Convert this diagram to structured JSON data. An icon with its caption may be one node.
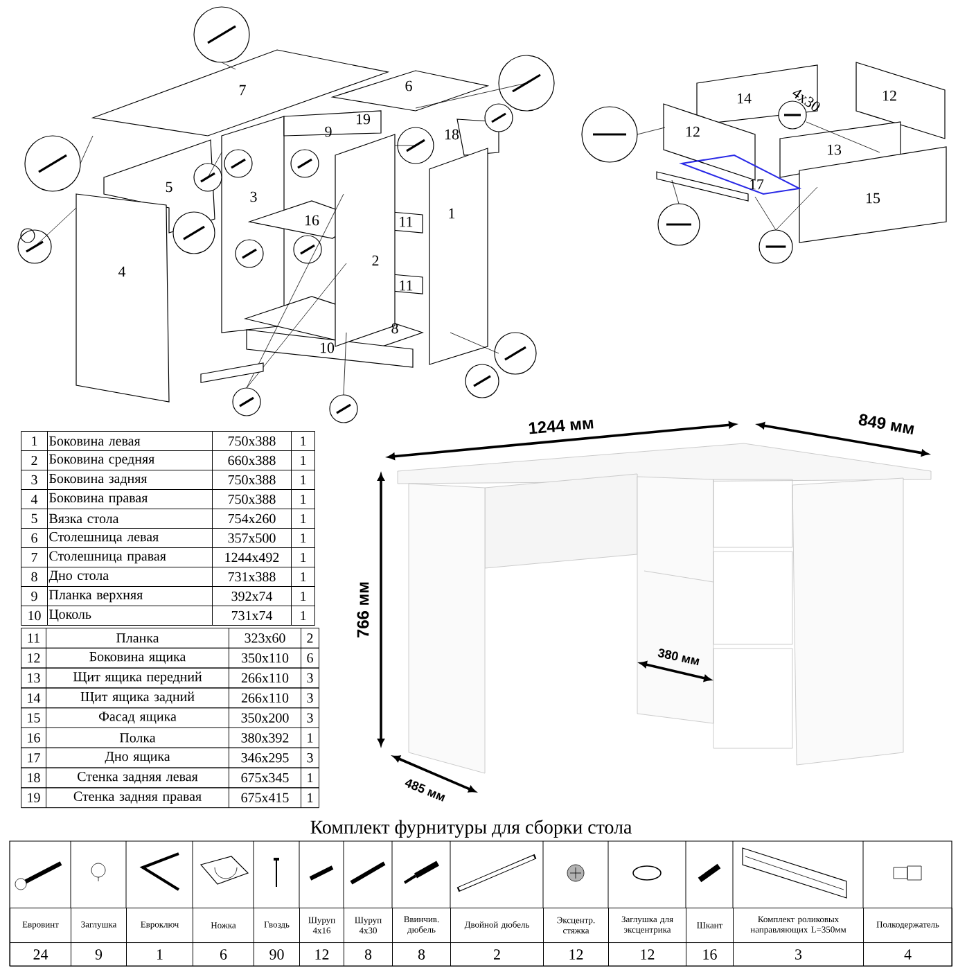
{
  "diagram": {
    "title": "Комплект фурнитуры для сборки стола",
    "labels": [
      "7",
      "6",
      "19",
      "9",
      "18",
      "5",
      "3",
      "16",
      "11",
      "1",
      "4",
      "2",
      "11",
      "8",
      "10",
      "14",
      "4x30",
      "12",
      "12",
      "13",
      "17",
      "15",
      "1244 мм",
      "849 мм",
      "766 мм",
      "380 мм",
      "485 мм",
      "1",
      "Боковина левая",
      "750x388",
      "1",
      "2",
      "Боковина средняя",
      "660x388",
      "1",
      "3",
      "Боковина задняя",
      "750x388",
      "1",
      "4",
      "Боковина правая",
      "750x388",
      "1",
      "5",
      "Вязка стола",
      "754x260",
      "1",
      "6",
      "Столешница левая",
      "357x500",
      "1",
      "7",
      "Столешница правая",
      "1244x492",
      "1",
      "8",
      "Дно стола",
      "731x388",
      "1",
      "9",
      "Планка верхняя",
      "392x74",
      "1",
      "10",
      "Цоколь",
      "731x74",
      "1",
      "11",
      "Планка",
      "323x60",
      "2",
      "12",
      "Боковина ящика",
      "350x110",
      "6",
      "13",
      "Щит ящика передний",
      "266x110",
      "3",
      "14",
      "Щит ящика задний",
      "266x110",
      "3",
      "15",
      "Фасад ящика",
      "350x200",
      "3",
      "16",
      "Полка",
      "380x392",
      "1",
      "17",
      "Дно ящика",
      "346x295",
      "3",
      "18",
      "Стенка задняя левая",
      "675x345",
      "1",
      "19",
      "Стенка задняя правая",
      "675x415",
      "1",
      "Евровинт",
      "Заглушка",
      "Евроключ",
      "Ножка",
      "Гвоздь",
      "Шуруп 4x16",
      "Шуруп 4x30",
      "Ввинчив. дюбель",
      "Двойной дюбель",
      "Эксцентр. стяжка",
      "Заглушка для эксцентрика",
      "Шкант",
      "Комплект роликовых направляющих L=350мм",
      "Полкодержатель",
      "24",
      "9",
      "1",
      "6",
      "90",
      "12",
      "8",
      "8",
      "2",
      "12",
      "12",
      "16",
      "3",
      "4"
    ]
  }
}
